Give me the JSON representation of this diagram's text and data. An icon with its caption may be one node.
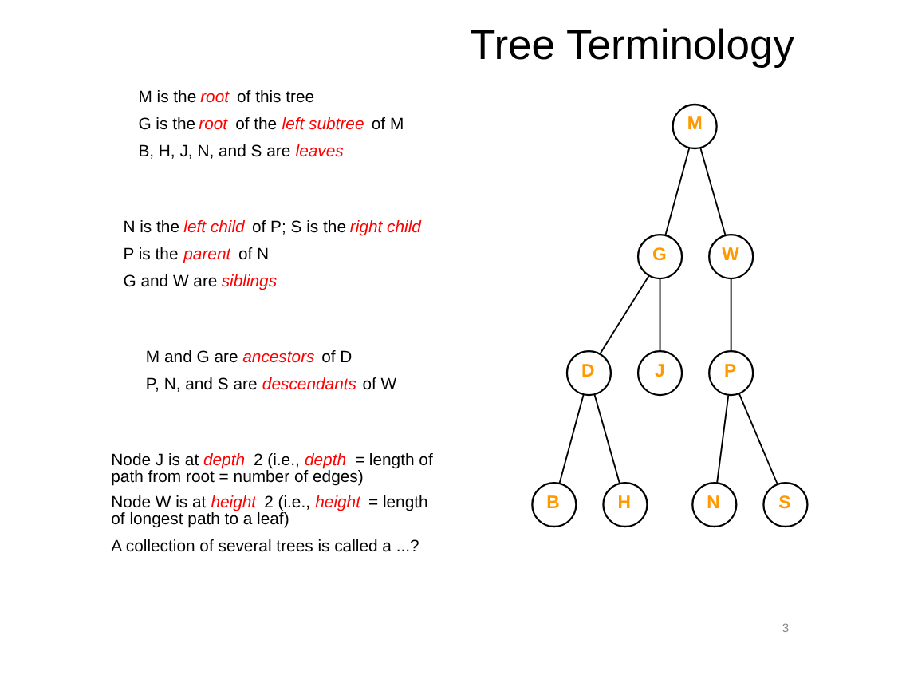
{
  "diagram": {
    "title": "Tree Terminology",
    "nodes": [
      {
        "text": [
          "M"
        ]
      },
      {
        "text": [
          "G"
        ]
      },
      {
        "text": [
          "W"
        ]
      },
      {
        "text": [
          "D"
        ]
      },
      {
        "text": [
          "J"
        ]
      },
      {
        "text": [
          "P"
        ]
      },
      {
        "text": [
          "B"
        ]
      },
      {
        "text": [
          "H"
        ]
      },
      {
        "text": [
          "N"
        ]
      },
      {
        "text": [
          "S"
        ]
      }
    ],
    "edges": [
      {
        "from": 0,
        "to": 1,
        "arrow": "none"
      },
      {
        "from": 0,
        "to": 2,
        "arrow": "none"
      },
      {
        "from": 1,
        "to": 3,
        "arrow": "none"
      },
      {
        "from": 1,
        "to": 4,
        "arrow": "none"
      },
      {
        "from": 2,
        "to": 5,
        "arrow": "none"
      },
      {
        "from": 3,
        "to": 6,
        "arrow": "none"
      },
      {
        "from": 3,
        "to": 7,
        "arrow": "none"
      },
      {
        "from": 5,
        "to": 8,
        "arrow": "none"
      },
      {
        "from": 5,
        "to": 9,
        "arrow": "none"
      }
    ],
    "labels": [
      "M is the *root* of this tree",
      "G is the *root* of the *left subtree* of M",
      "B, H, J, N, and S are *leaves*",
      "N is the *left child* of P; S is the *right child*",
      "P is the *parent* of N",
      "G and W are *siblings*",
      "M and G are *ancestors* of D",
      "P, N, and S are *descendants* of W",
      "Node J is at *depth* 2 (i.e., *depth* = length of path from root = number of edges)",
      "Node W is at *height* 2 (i.e., *height* = length of longest path to a leaf)",
      "A collection of several trees is called a ...?",
      "3"
    ]
  }
}
